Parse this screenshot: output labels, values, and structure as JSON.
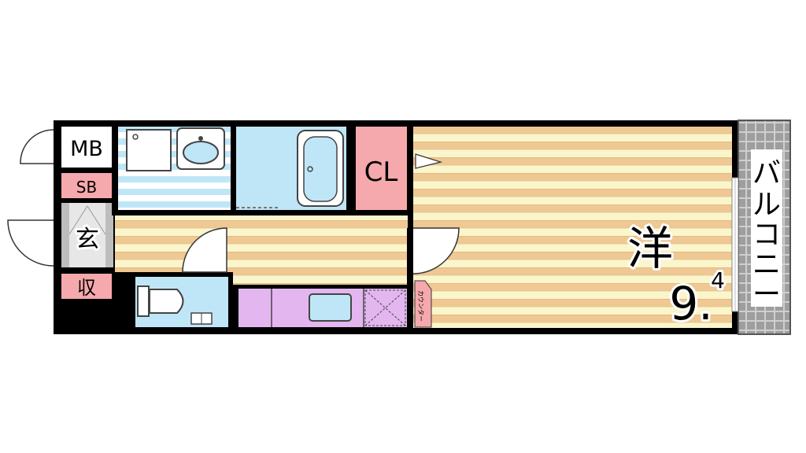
{
  "rooms": {
    "mb": "MB",
    "sb": "SB",
    "entrance": "玄",
    "storage": "収",
    "closet": "CL",
    "western_room": "洋",
    "area_main": "9.",
    "area_decimal": "4",
    "balcony": [
      "バ",
      "ル",
      "コ",
      "ニ",
      "ー"
    ],
    "counter": "カウンター"
  },
  "colors": {
    "wall": "#000000",
    "bath_blue": "#bfe6f7",
    "closet_pink": "#f5a9ad",
    "floor_tan": "#f0c893",
    "floor_cream": "#fbf5cc",
    "kitchen_purple": "#e3b6f0",
    "entrance_gray": "#bdbdbd",
    "balcony_gray": "#9e9e9e"
  }
}
